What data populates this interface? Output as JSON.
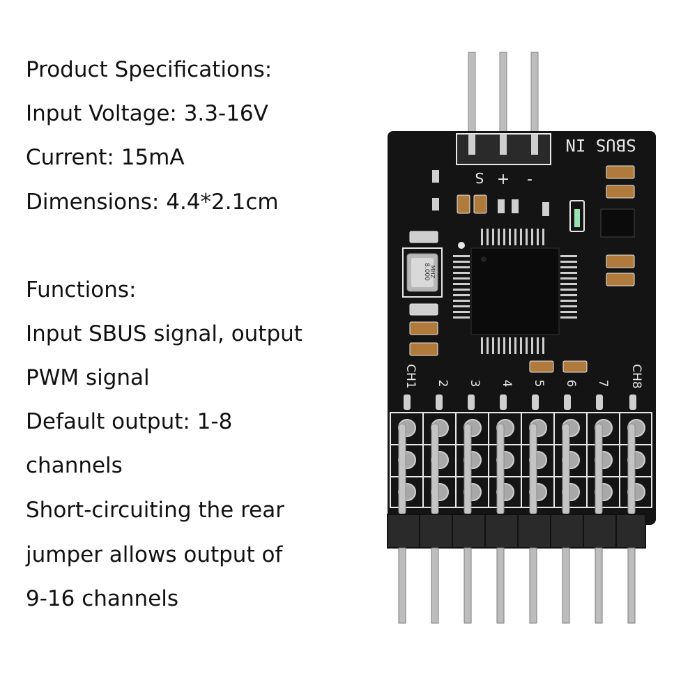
{
  "specs": {
    "heading": "Product Specifications:",
    "voltage": "Input Voltage: 3.3-16V",
    "current": "Current: 15mA",
    "dimensions": "Dimensions: 4.4*2.1cm"
  },
  "functions": {
    "heading": "Functions:",
    "line1": "Input SBUS signal, output",
    "line2": "PWM signal",
    "line3": "Default output: 1-8",
    "line4": "channels",
    "line5": "Short-circuiting the rear",
    "line6": "jumper allows output of",
    "line7": "9-16 channels"
  },
  "board": {
    "sbus_label": "SBUS IN",
    "pin_s": "S",
    "pin_plus": "+",
    "pin_minus": "-",
    "crystal_line1": "8.000",
    "crystal_line2": "MHZ",
    "channels": [
      "CH1",
      "2",
      "3",
      "4",
      "5",
      "6",
      "7",
      "CH8"
    ],
    "colors": {
      "pcb": "#141414",
      "silkscreen": "#e8e8e8",
      "pin": "#bdbdbd",
      "header": "#2a2a2a",
      "component": "#b07a3c"
    }
  }
}
